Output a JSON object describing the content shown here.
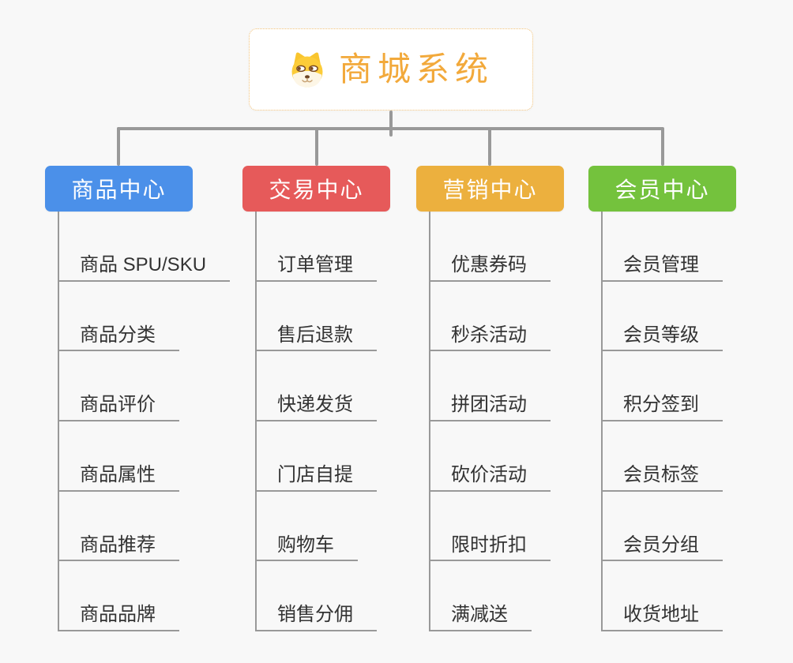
{
  "root": {
    "title": "商城系统",
    "icon": "dog-face-icon",
    "title_color": "#f2a93b",
    "border_color": "#f2c279"
  },
  "connector_color": "#999999",
  "item_text_color": "#333333",
  "background_color": "#f8f8f8",
  "branches": [
    {
      "label": "商品中心",
      "color": "#4b90e9",
      "items": [
        "商品 SPU/SKU",
        "商品分类",
        "商品评价",
        "商品属性",
        "商品推荐",
        "商品品牌"
      ]
    },
    {
      "label": "交易中心",
      "color": "#e65a5a",
      "items": [
        "订单管理",
        "售后退款",
        "快递发货",
        "门店自提",
        "购物车",
        "销售分佣"
      ]
    },
    {
      "label": "营销中心",
      "color": "#ecb03e",
      "items": [
        "优惠券码",
        "秒杀活动",
        "拼团活动",
        "砍价活动",
        "限时折扣",
        "满减送"
      ]
    },
    {
      "label": "会员中心",
      "color": "#74c23d",
      "items": [
        "会员管理",
        "会员等级",
        "积分签到",
        "会员标签",
        "会员分组",
        "收货地址"
      ]
    }
  ]
}
